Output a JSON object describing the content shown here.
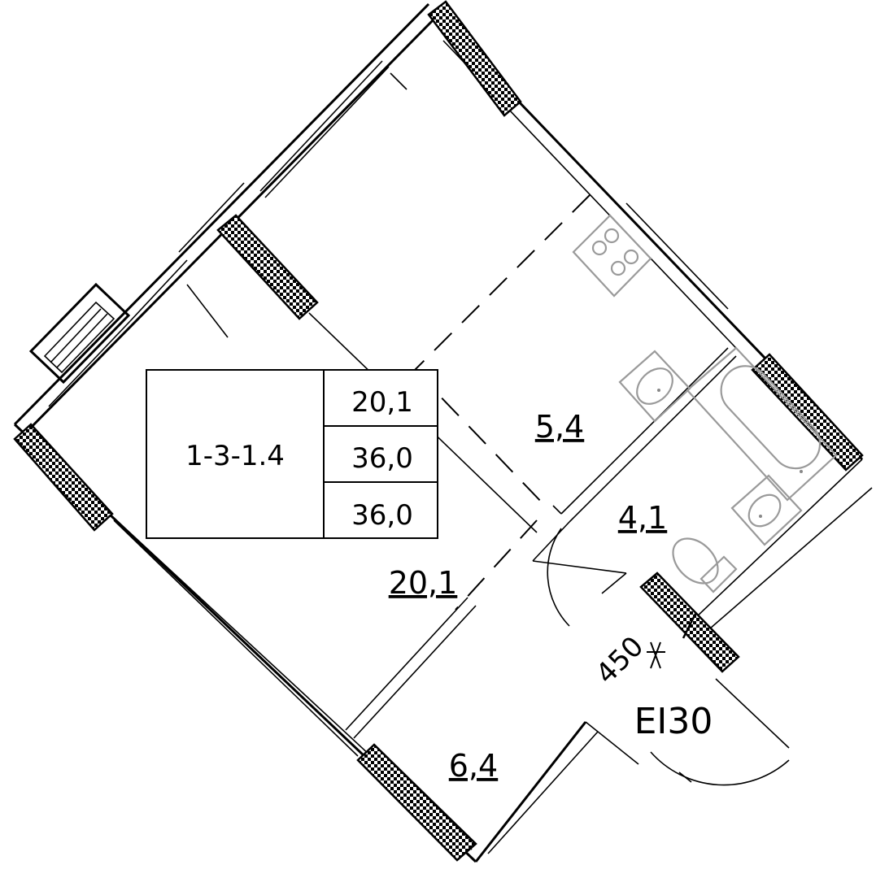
{
  "plan": {
    "info_table": {
      "code": "1-3-1.4",
      "values": [
        "20,1",
        "36,0",
        "36,0"
      ]
    },
    "rooms": [
      {
        "id": "room",
        "area": "20,1"
      },
      {
        "id": "kitchen",
        "area": "5,4"
      },
      {
        "id": "bathroom",
        "area": "4,1"
      },
      {
        "id": "hallway",
        "area": "6,4"
      }
    ],
    "door_dimension": "450",
    "fire_rating": "EI30",
    "icons": [
      "stove-icon",
      "sink-icon",
      "bathtub-icon",
      "washbasin-icon",
      "toilet-icon"
    ]
  }
}
